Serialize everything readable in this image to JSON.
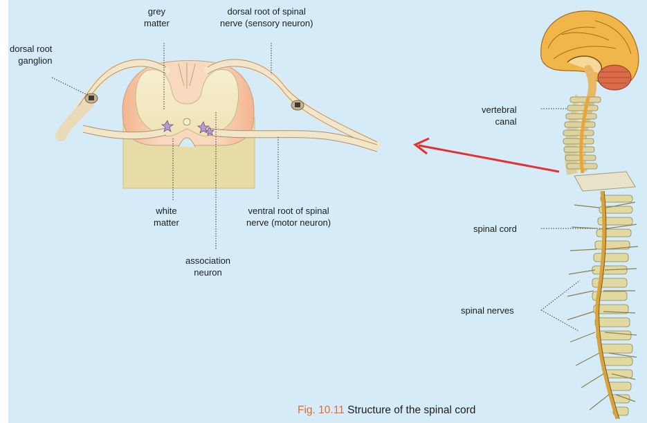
{
  "labels": {
    "grey_matter": [
      "grey",
      "matter"
    ],
    "dorsal_root": [
      "dorsal root of spinal",
      "nerve (sensory neuron)"
    ],
    "dorsal_root_ganglion": [
      "dorsal root",
      "ganglion"
    ],
    "white_matter": [
      "white",
      "matter"
    ],
    "ventral_root": [
      "ventral root of spinal",
      "nerve (motor neuron)"
    ],
    "association_neuron": [
      "association",
      "neuron"
    ],
    "vertebral_canal": [
      "vertebral",
      "canal"
    ],
    "spinal_cord": "spinal cord",
    "spinal_nerves": "spinal nerves"
  },
  "caption": {
    "number": "Fig. 10.11",
    "text": "Structure of the spinal cord"
  },
  "colors": {
    "background": "#d5ebf7",
    "caption_number": "#e8692a",
    "arrow": "#e53030"
  }
}
